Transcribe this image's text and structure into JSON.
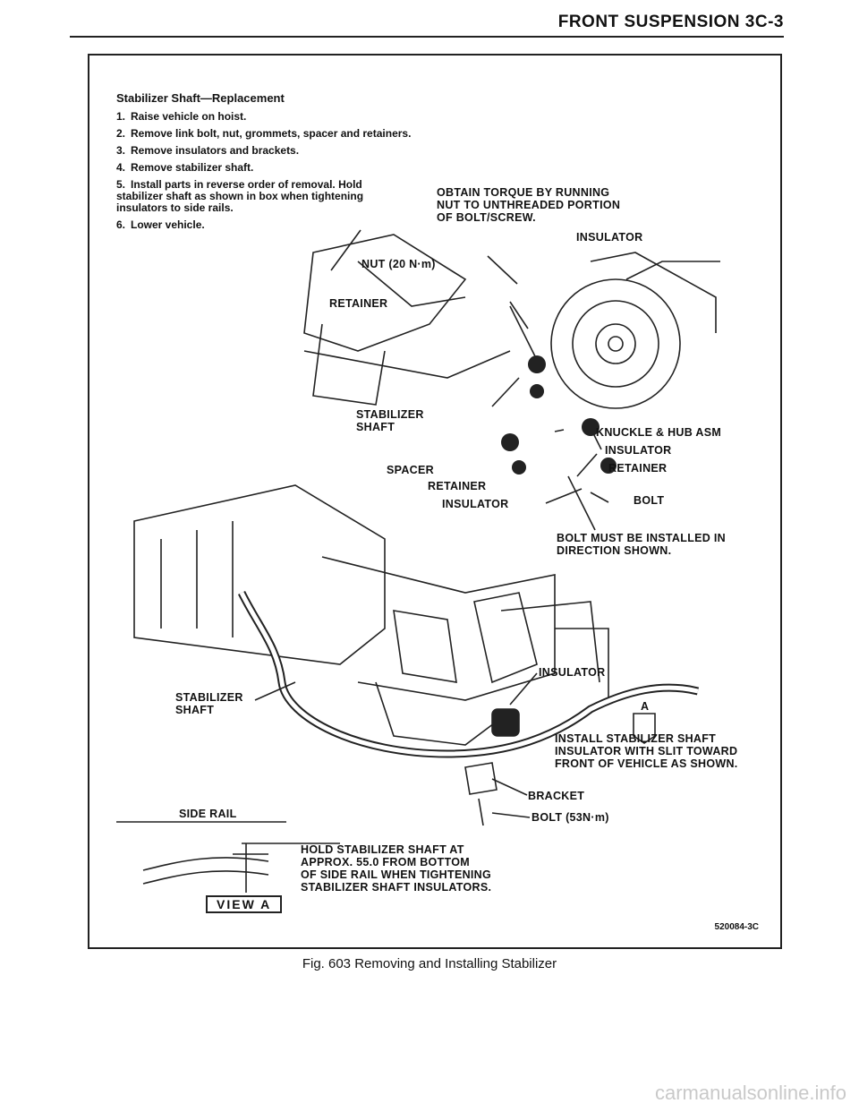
{
  "header": {
    "title": "FRONT SUSPENSION 3C-3"
  },
  "instructions": {
    "heading": "Stabilizer Shaft—Replacement",
    "steps": [
      {
        "num": "1.",
        "text": "Raise vehicle on hoist."
      },
      {
        "num": "2.",
        "text": "Remove link bolt, nut, grommets, spacer and retainers."
      },
      {
        "num": "3.",
        "text": "Remove insulators and brackets."
      },
      {
        "num": "4.",
        "text": "Remove stabilizer shaft."
      },
      {
        "num": "5.",
        "text": "Install parts in reverse order of removal. Hold stabilizer shaft as shown in box when tightening insulators to side rails."
      },
      {
        "num": "6.",
        "text": "Lower vehicle."
      }
    ]
  },
  "callouts": {
    "torque_note": "OBTAIN TORQUE BY RUNNING\nNUT TO UNTHREADED PORTION\nOF BOLT/SCREW.",
    "insulator_top": "INSULATOR",
    "nut": "NUT (20 N·m)",
    "retainer_top": "RETAINER",
    "stabilizer_shaft_1": "STABILIZER\nSHAFT",
    "knuckle": "KNUCKLE & HUB ASM",
    "insulator_2": "INSULATOR",
    "retainer_2": "RETAINER",
    "spacer": "SPACER",
    "retainer_3": "RETAINER",
    "insulator_3": "INSULATOR",
    "bolt": "BOLT",
    "bolt_direction": "BOLT MUST BE INSTALLED IN\nDIRECTION SHOWN.",
    "insulator_4": "INSULATOR",
    "stabilizer_shaft_2": "STABILIZER\nSHAFT",
    "install_note": "INSTALL STABILIZER SHAFT\nINSULATOR WITH SLIT TOWARD\nFRONT OF VEHICLE AS SHOWN.",
    "view_marker": "A",
    "bracket": "BRACKET",
    "side_rail": "SIDE RAIL",
    "bolt_torque": "BOLT (53N·m)",
    "hold_note": "HOLD STABILIZER SHAFT AT\nAPPROX. 55.0 FROM BOTTOM\nOF SIDE RAIL WHEN TIGHTENING\nSTABILIZER SHAFT INSULATORS.",
    "view_label": "VIEW A"
  },
  "figure": {
    "ref_code": "520084-3C",
    "caption": "Fig. 603 Removing and Installing Stabilizer"
  },
  "watermark": "carmanualsonline.info"
}
